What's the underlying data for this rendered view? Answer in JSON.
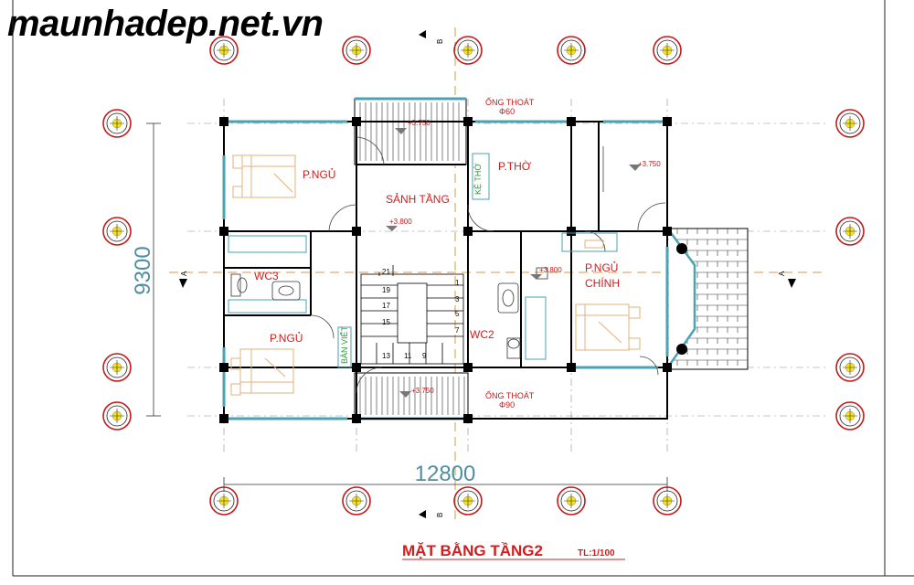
{
  "site": {
    "watermark": "maunhadep.net.vn"
  },
  "rooms": [
    {
      "id": "bed-1",
      "label": "P.NGỦ"
    },
    {
      "id": "lobby",
      "label": "SẢNH TẦNG"
    },
    {
      "id": "altar",
      "label": "P.THỜ"
    },
    {
      "id": "wc3",
      "label": "WC3"
    },
    {
      "id": "bed-2",
      "label": "P.NGỦ"
    },
    {
      "id": "wc2",
      "label": "WC2"
    },
    {
      "id": "master-1",
      "label": "P.NGỦ"
    },
    {
      "id": "master-2",
      "label": "CHÍNH"
    }
  ],
  "fixtures": {
    "altar_shelf": "KỆ THỜ",
    "desk": "BÀN VIẾT"
  },
  "pipes": [
    {
      "label": "ỐNG THOÁT",
      "size": "Φ60"
    },
    {
      "label": "ỐNG THOÁT",
      "size": "Φ90"
    }
  ],
  "elevations": [
    "+3.750",
    "+3.800",
    "+3.750",
    "+3.800",
    "+3.750"
  ],
  "stairs": [
    "21",
    "19",
    "17",
    "15",
    "13",
    "11",
    "9",
    "1",
    "3",
    "5",
    "7"
  ],
  "dimensions": {
    "height": "9300",
    "width": "12800"
  },
  "sections": {
    "a": "A",
    "b": "B"
  },
  "footer": {
    "title": "MẶT BẰNG TẦNG2",
    "scale": "TL:1/100"
  },
  "colors": {
    "room_text": "#d41c1c",
    "dimension": "#4f8ea0",
    "wall": "#000000",
    "window": "#4aa3b3",
    "furniture": "#e2b07a",
    "grid_ring": "#c21a1a",
    "grid_dot": "#f4e31b"
  }
}
